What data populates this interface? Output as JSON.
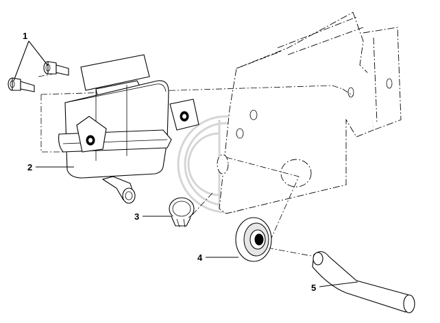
{
  "diagram": {
    "callouts": [
      {
        "id": "1",
        "label": "1"
      },
      {
        "id": "2",
        "label": "2"
      },
      {
        "id": "3",
        "label": "3"
      },
      {
        "id": "4",
        "label": "4"
      },
      {
        "id": "5",
        "label": "5"
      }
    ],
    "colors": {
      "line": "#000000",
      "background": "#ffffff",
      "watermark": "#c8c8c8"
    }
  }
}
